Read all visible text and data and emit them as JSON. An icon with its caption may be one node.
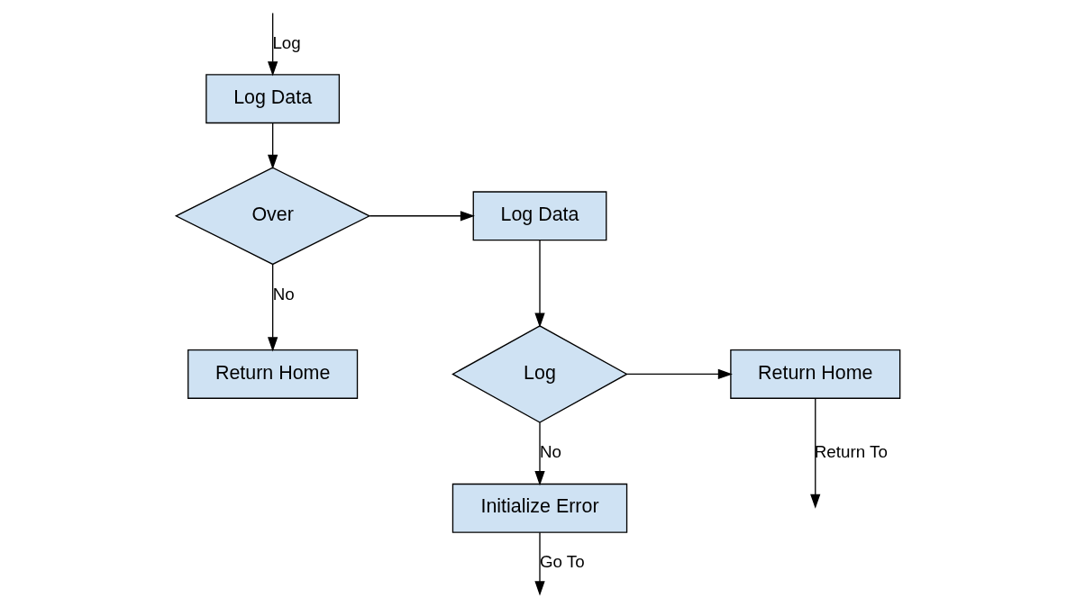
{
  "diagram": {
    "nodes": [
      {
        "text": [
          "Log Data"
        ]
      },
      {
        "text": [
          "Over"
        ]
      },
      {
        "text": [
          "Return Home"
        ]
      },
      {
        "text": [
          "Log Data"
        ]
      },
      {
        "text": [
          "Log"
        ]
      },
      {
        "text": [
          "Return Home"
        ]
      },
      {
        "text": [
          "Initialize Error"
        ]
      }
    ],
    "edges": [
      {
        "from": null,
        "to": 0,
        "arrow": "to",
        "label": "Log"
      },
      {
        "from": 0,
        "to": 1,
        "arrow": "to"
      },
      {
        "from": 1,
        "to": 2,
        "arrow": "to",
        "label": "No"
      },
      {
        "from": 1,
        "to": 3,
        "arrow": "to"
      },
      {
        "from": 3,
        "to": 4,
        "arrow": "to"
      },
      {
        "from": 4,
        "to": 5,
        "arrow": "to"
      },
      {
        "from": 4,
        "to": 6,
        "arrow": "to",
        "label": "No"
      },
      {
        "from": 5,
        "to": null,
        "arrow": "to",
        "label": "Return To"
      },
      {
        "from": 6,
        "to": null,
        "arrow": "to",
        "label": "Go To"
      }
    ]
  }
}
